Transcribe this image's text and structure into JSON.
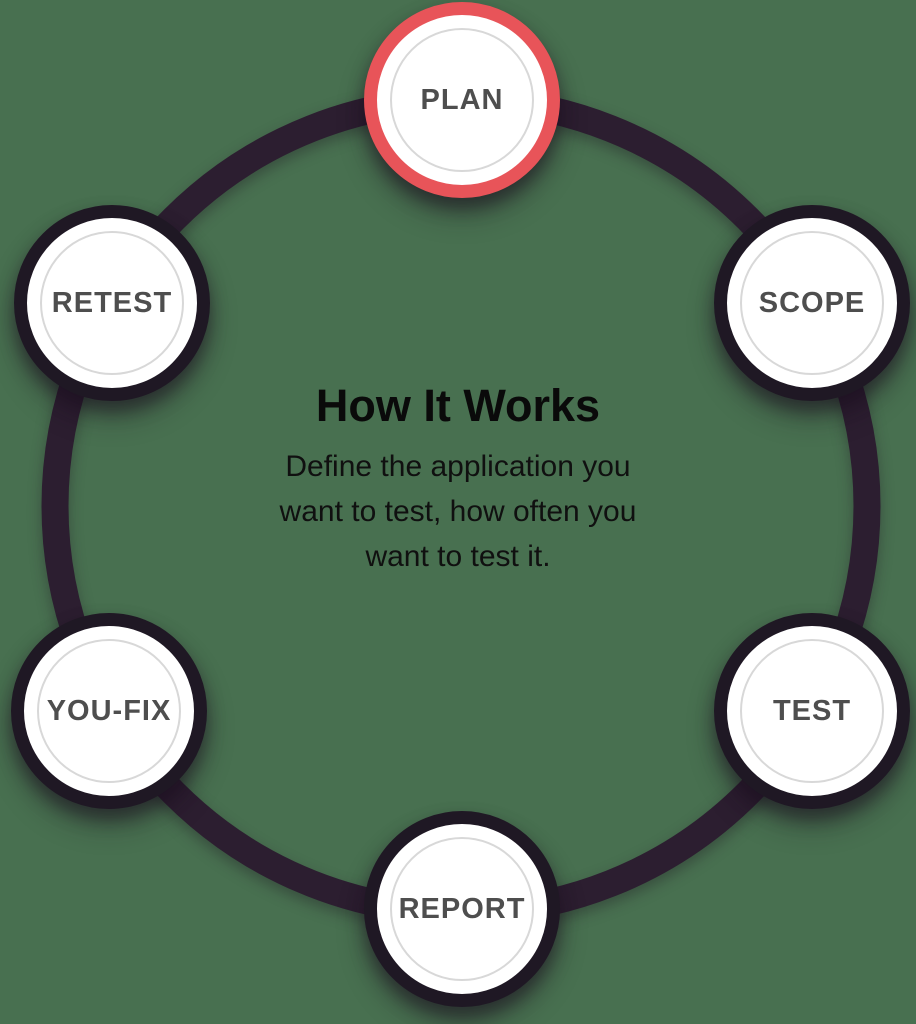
{
  "title": "How It Works",
  "description_lines": [
    "Define the application you",
    "want to test, how often you",
    "want to test it."
  ],
  "steps": [
    {
      "label": "PLAN",
      "state": "active"
    },
    {
      "label": "SCOPE",
      "state": "default"
    },
    {
      "label": "TEST",
      "state": "default"
    },
    {
      "label": "REPORT",
      "state": "default"
    },
    {
      "label": "YOU-FIX",
      "state": "default"
    },
    {
      "label": "RETEST",
      "state": "default"
    }
  ],
  "colors": {
    "background": "#487050",
    "ring": "#2C1E30",
    "node_border": "#1F1824",
    "active_node_border": "#E85459",
    "node_fill": "#FFFFFF",
    "inner_ring": "#D8D8D8",
    "label_text": "#4E4E4E",
    "heading_text": "#0A0A0A"
  }
}
